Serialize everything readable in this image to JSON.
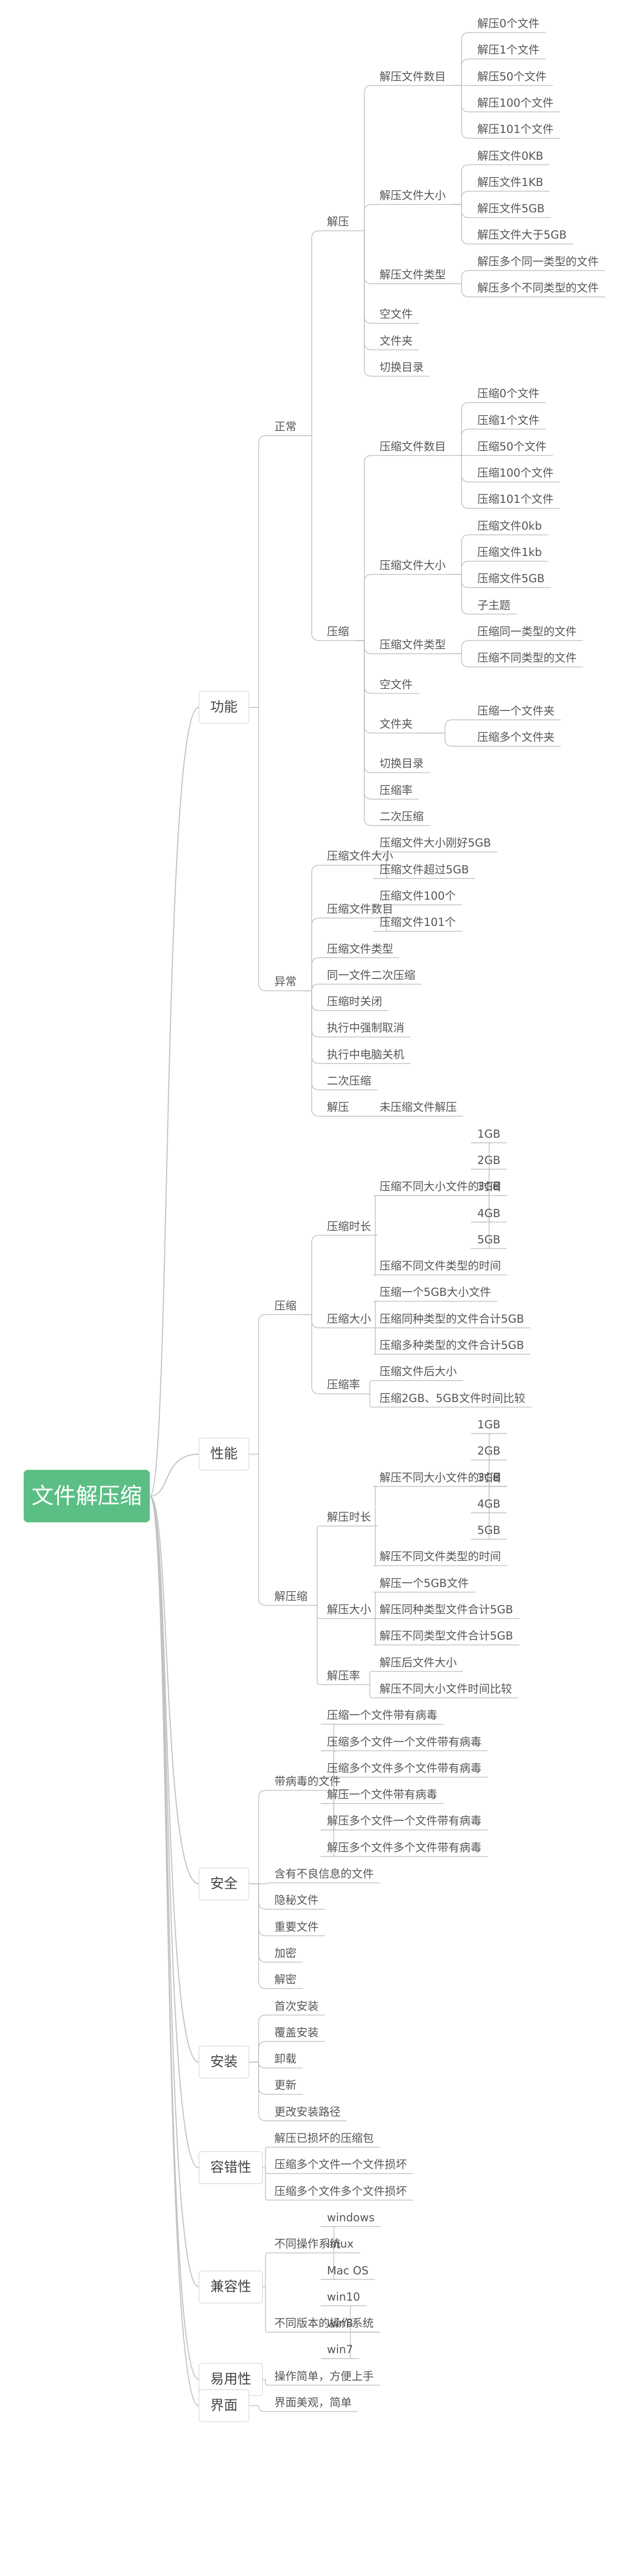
{
  "root": "文件解压缩",
  "branches": [
    {
      "label": "功能",
      "children": [
        {
          "label": "正常",
          "children": [
            {
              "label": "解压",
              "children": [
                {
                  "label": "解压文件数目",
                  "children": [
                    {
                      "label": "解压0个文件"
                    },
                    {
                      "label": "解压1个文件"
                    },
                    {
                      "label": "解压50个文件"
                    },
                    {
                      "label": "解压100个文件"
                    },
                    {
                      "label": "解压101个文件"
                    }
                  ]
                },
                {
                  "label": "解压文件大小",
                  "children": [
                    {
                      "label": "解压文件0KB"
                    },
                    {
                      "label": "解压文件1KB"
                    },
                    {
                      "label": "解压文件5GB"
                    },
                    {
                      "label": "解压文件大于5GB"
                    }
                  ]
                },
                {
                  "label": "解压文件类型",
                  "children": [
                    {
                      "label": "解压多个同一类型的文件"
                    },
                    {
                      "label": "解压多个不同类型的文件"
                    }
                  ]
                },
                {
                  "label": "空文件"
                },
                {
                  "label": "文件夹"
                },
                {
                  "label": "切换目录"
                }
              ]
            },
            {
              "label": "压缩",
              "children": [
                {
                  "label": "压缩文件数目",
                  "children": [
                    {
                      "label": "压缩0个文件"
                    },
                    {
                      "label": "压缩1个文件"
                    },
                    {
                      "label": "压缩50个文件"
                    },
                    {
                      "label": "压缩100个文件"
                    },
                    {
                      "label": "压缩101个文件"
                    }
                  ]
                },
                {
                  "label": "压缩文件大小",
                  "children": [
                    {
                      "label": "压缩文件0kb"
                    },
                    {
                      "label": "压缩文件1kb"
                    },
                    {
                      "label": "压缩文件5GB"
                    },
                    {
                      "label": "子主题"
                    }
                  ]
                },
                {
                  "label": "压缩文件类型",
                  "children": [
                    {
                      "label": "压缩同一类型的文件"
                    },
                    {
                      "label": "压缩不同类型的文件"
                    }
                  ]
                },
                {
                  "label": "空文件"
                },
                {
                  "label": "文件夹",
                  "children": [
                    {
                      "label": "压缩一个文件夹"
                    },
                    {
                      "label": "压缩多个文件夹"
                    }
                  ]
                },
                {
                  "label": "切换目录"
                },
                {
                  "label": "压缩率"
                },
                {
                  "label": "二次压缩"
                }
              ]
            }
          ]
        },
        {
          "label": "异常",
          "children": [
            {
              "label": "压缩文件大小",
              "children": [
                {
                  "label": "压缩文件大小刚好5GB"
                },
                {
                  "label": "压缩文件超过5GB"
                }
              ]
            },
            {
              "label": "压缩文件数目",
              "children": [
                {
                  "label": "压缩文件100个"
                },
                {
                  "label": "压缩文件101个"
                }
              ]
            },
            {
              "label": "压缩文件类型"
            },
            {
              "label": "同一文件二次压缩"
            },
            {
              "label": "压缩时关闭"
            },
            {
              "label": "执行中强制取消"
            },
            {
              "label": "执行中电脑关机"
            },
            {
              "label": "二次压缩"
            },
            {
              "label": "解压",
              "children": [
                {
                  "label": "未压缩文件解压"
                }
              ]
            }
          ]
        }
      ]
    },
    {
      "label": "性能",
      "children": [
        {
          "label": "压缩",
          "children": [
            {
              "label": "压缩时长",
              "children": [
                {
                  "label": "压缩不同大小文件的时间",
                  "children": [
                    {
                      "label": "1GB"
                    },
                    {
                      "label": "2GB"
                    },
                    {
                      "label": "3GB"
                    },
                    {
                      "label": "4GB"
                    },
                    {
                      "label": "5GB"
                    }
                  ]
                },
                {
                  "label": "压缩不同文件类型的时间"
                }
              ]
            },
            {
              "label": "压缩大小",
              "children": [
                {
                  "label": "压缩一个5GB大小文件"
                },
                {
                  "label": "压缩同种类型的文件合计5GB"
                },
                {
                  "label": "压缩多种类型的文件合计5GB"
                }
              ]
            },
            {
              "label": "压缩率",
              "children": [
                {
                  "label": "压缩文件后大小"
                },
                {
                  "label": "压缩2GB、5GB文件时间比较"
                }
              ]
            }
          ]
        },
        {
          "label": "解压缩",
          "children": [
            {
              "label": "解压时长",
              "children": [
                {
                  "label": "解压不同大小文件的时间",
                  "children": [
                    {
                      "label": "1GB"
                    },
                    {
                      "label": "2GB"
                    },
                    {
                      "label": "3GB"
                    },
                    {
                      "label": "4GB"
                    },
                    {
                      "label": "5GB"
                    }
                  ]
                },
                {
                  "label": "解压不同文件类型的时间"
                }
              ]
            },
            {
              "label": "解压大小",
              "children": [
                {
                  "label": "解压一个5GB文件"
                },
                {
                  "label": "解压同种类型文件合计5GB"
                },
                {
                  "label": "解压不同类型文件合计5GB"
                }
              ]
            },
            {
              "label": "解压率",
              "children": [
                {
                  "label": "解压后文件大小"
                },
                {
                  "label": "解压不同大小文件时间比较"
                }
              ]
            }
          ]
        }
      ]
    },
    {
      "label": "安全",
      "children": [
        {
          "label": "带病毒的文件",
          "children": [
            {
              "label": "压缩一个文件带有病毒"
            },
            {
              "label": "压缩多个文件一个文件带有病毒"
            },
            {
              "label": "压缩多个文件多个文件带有病毒"
            },
            {
              "label": "解压一个文件带有病毒"
            },
            {
              "label": "解压多个文件一个文件带有病毒"
            },
            {
              "label": "解压多个文件多个文件带有病毒"
            }
          ]
        },
        {
          "label": "含有不良信息的文件"
        },
        {
          "label": "隐秘文件"
        },
        {
          "label": "重要文件"
        },
        {
          "label": "加密"
        },
        {
          "label": "解密"
        }
      ]
    },
    {
      "label": "安装",
      "children": [
        {
          "label": "首次安装"
        },
        {
          "label": "覆盖安装"
        },
        {
          "label": "卸载"
        },
        {
          "label": "更新"
        },
        {
          "label": "更改安装路径"
        }
      ]
    },
    {
      "label": "容错性",
      "children": [
        {
          "label": "解压已损坏的压缩包"
        },
        {
          "label": "压缩多个文件一个文件损坏"
        },
        {
          "label": "压缩多个文件多个文件损坏"
        }
      ]
    },
    {
      "label": "兼容性",
      "children": [
        {
          "label": "不同操作系统",
          "children": [
            {
              "label": "windows"
            },
            {
              "label": "linux"
            },
            {
              "label": "Mac OS"
            }
          ]
        },
        {
          "label": "不同版本的操作系统",
          "children": [
            {
              "label": "win10"
            },
            {
              "label": "win8"
            },
            {
              "label": "win7"
            }
          ]
        }
      ]
    },
    {
      "label": "易用性",
      "children": [
        {
          "label": "操作简单，方便上手"
        }
      ]
    },
    {
      "label": "界面",
      "children": [
        {
          "label": "界面美观，简单"
        }
      ]
    }
  ],
  "colors": {
    "root_bg": "#5bbf85",
    "line": "#c2c2c2",
    "text": "#555555"
  }
}
